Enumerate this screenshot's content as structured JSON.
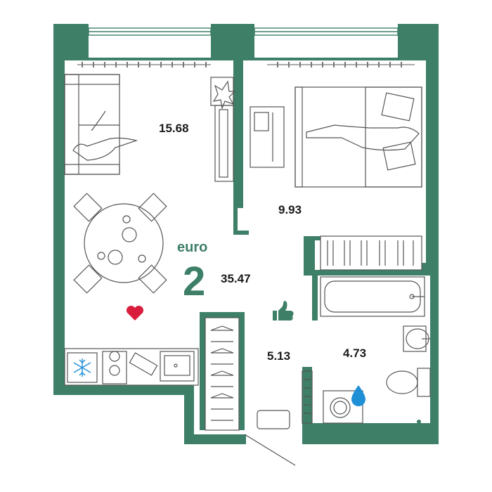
{
  "plan": {
    "type_label": "euro",
    "rooms_count": "2",
    "total_area": "35.47",
    "rooms": [
      {
        "name": "living-kitchen",
        "area": "15.68"
      },
      {
        "name": "bedroom",
        "area": "9.93"
      },
      {
        "name": "hallway",
        "area": "5.13"
      },
      {
        "name": "bathroom",
        "area": "4.73"
      }
    ]
  },
  "colors": {
    "wall": "#3d7f67",
    "accent": "#3d7f67",
    "heart": "#d81e3c",
    "water_drop": "#1f8fd6",
    "thumbs_up": "#3d7f67"
  },
  "icons": [
    "heart-icon",
    "thumbs-up-icon",
    "snowflake-icon",
    "water-drop-icon"
  ]
}
